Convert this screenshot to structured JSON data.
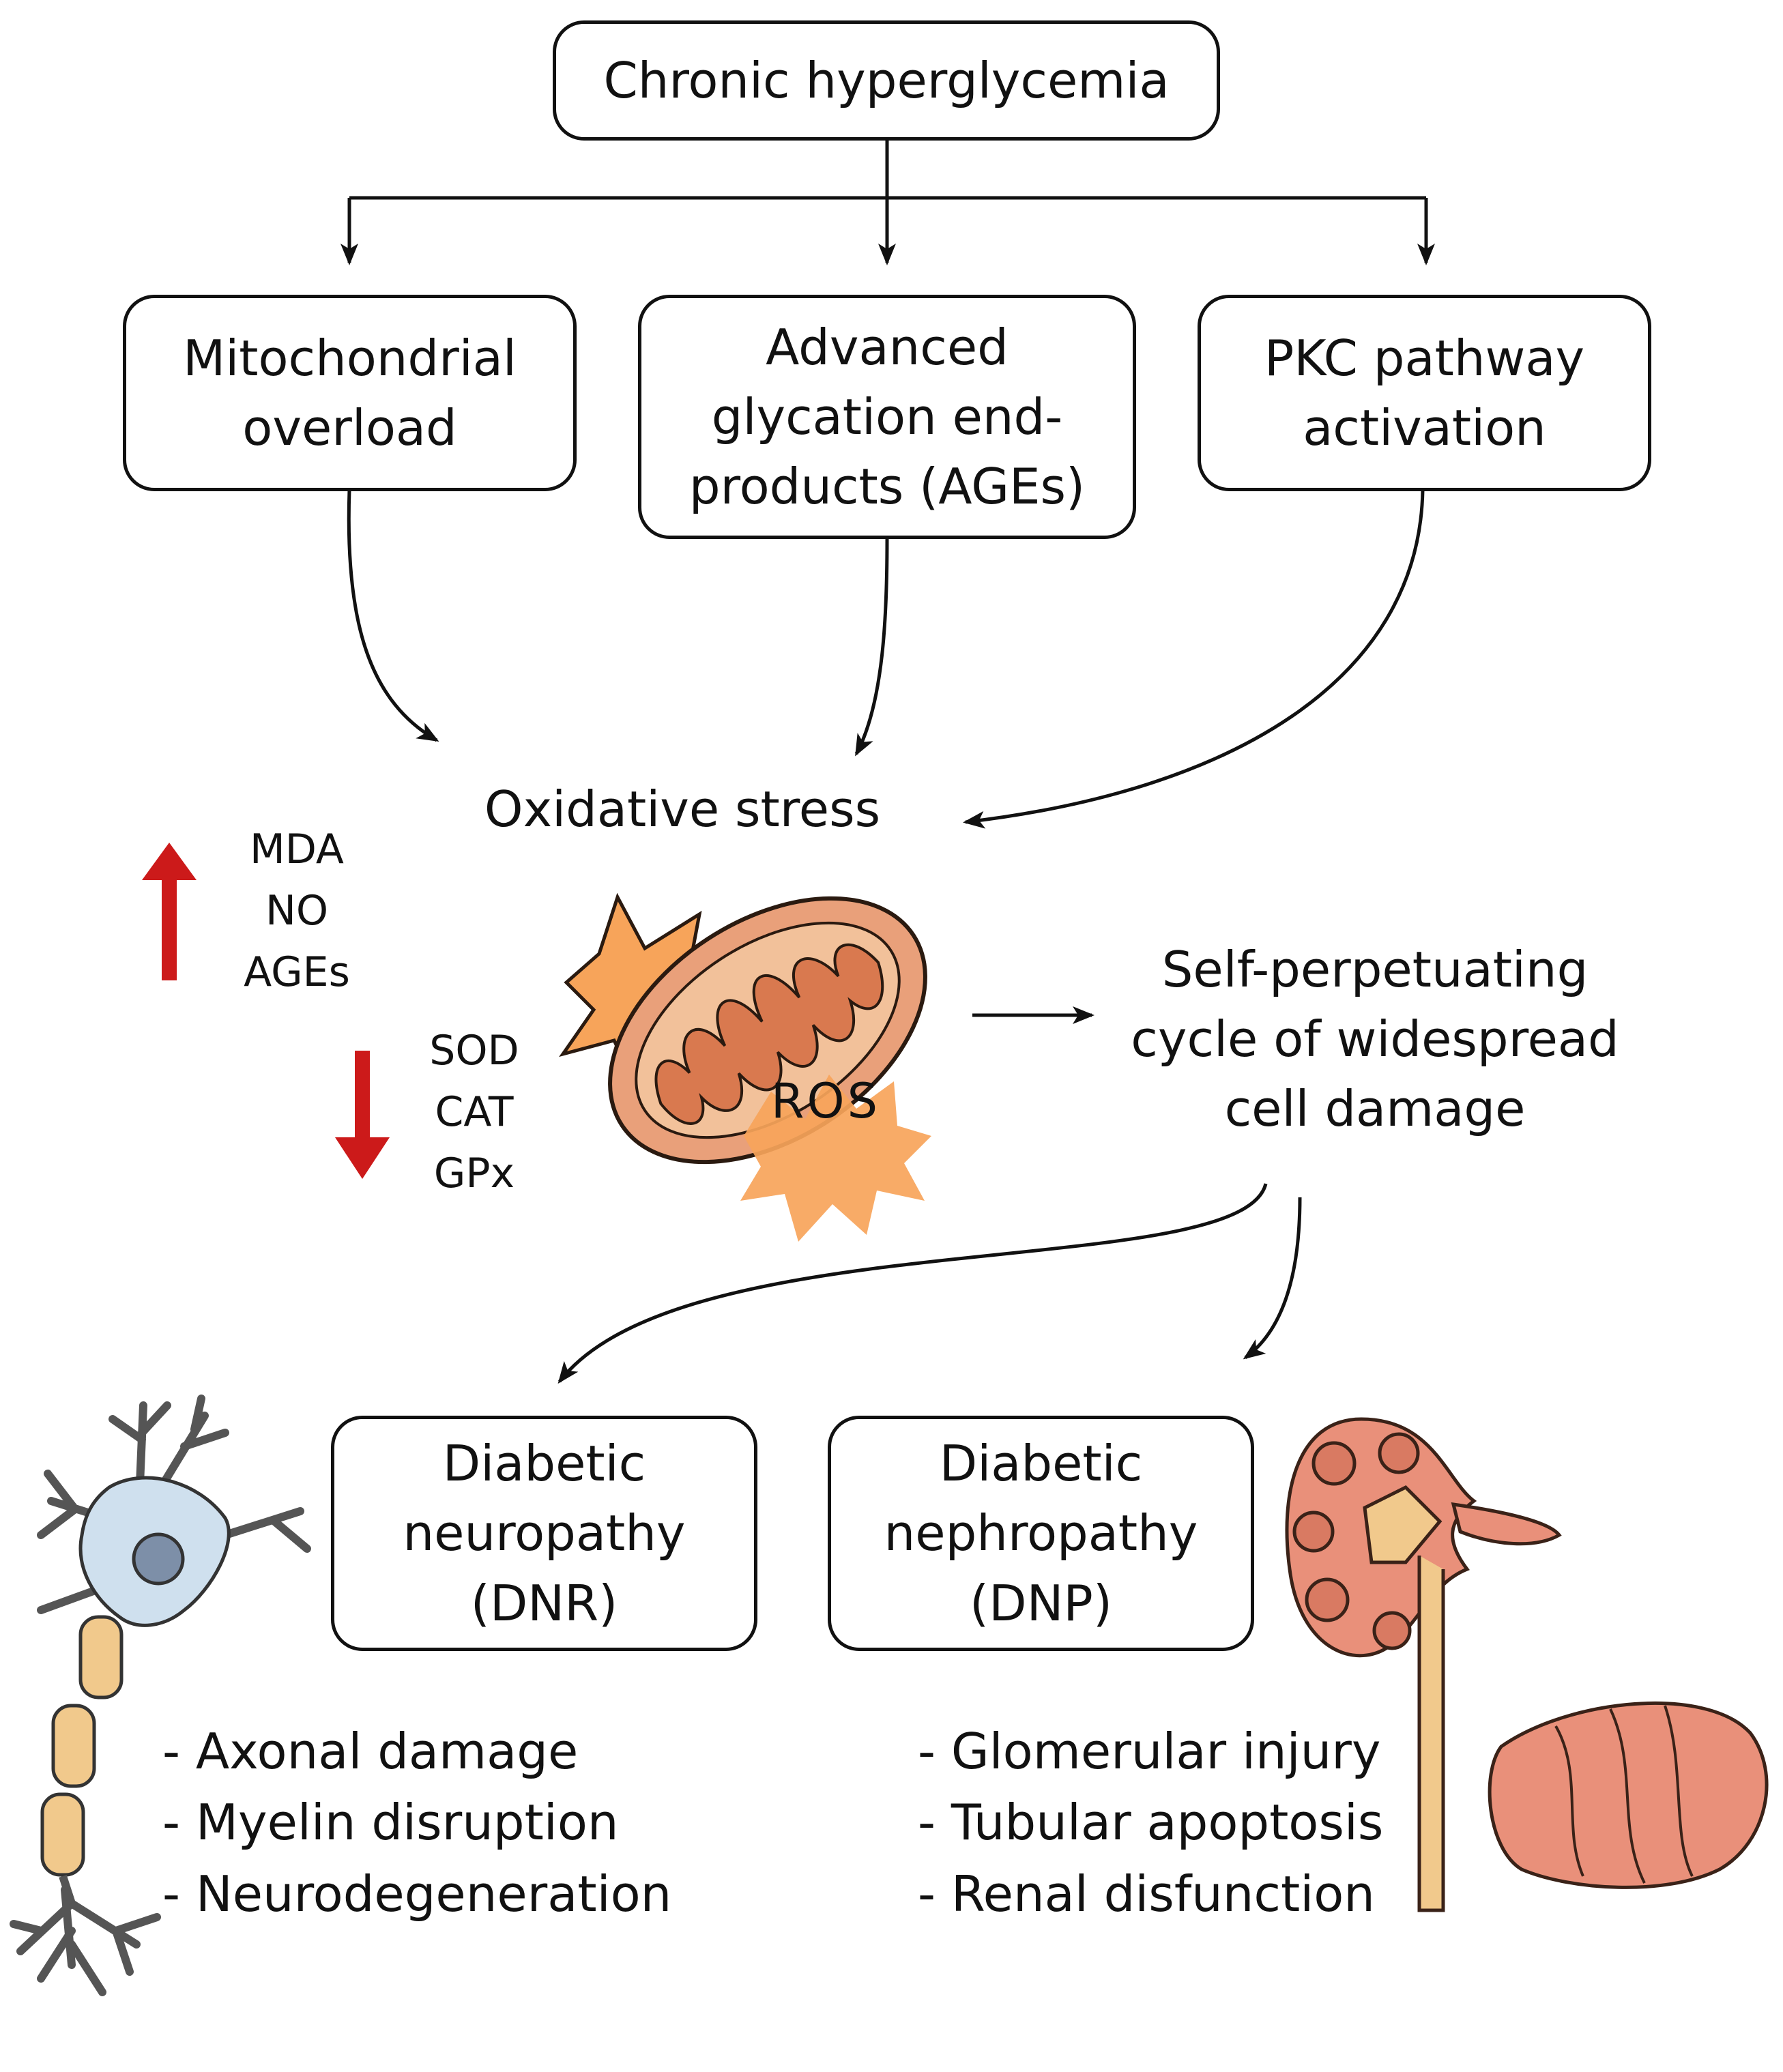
{
  "top": {
    "title": "Chronic hyperglycemia"
  },
  "mechanisms": [
    {
      "lines": [
        "Mitochondrial",
        "overload"
      ]
    },
    {
      "lines": [
        "Advanced",
        "glycation end-",
        "products (AGEs)"
      ]
    },
    {
      "lines": [
        "PKC pathway",
        "activation"
      ]
    }
  ],
  "oxidative_stress": "Oxidative stress",
  "markers_up": [
    "MDA",
    "NO",
    "AGEs"
  ],
  "markers_down": [
    "SOD",
    "CAT",
    "GPx"
  ],
  "ros_label": "ROS",
  "cycle": {
    "lines": [
      "Self-perpetuating",
      "cycle of widespread",
      "cell damage"
    ]
  },
  "outcomes": [
    {
      "lines": [
        "Diabetic",
        "neuropathy",
        "(DNR)"
      ],
      "effects": [
        "- Axonal damage",
        "- Myelin disruption",
        "- Neurodegeneration"
      ]
    },
    {
      "lines": [
        "Diabetic",
        "nephropathy",
        "(DNP)"
      ],
      "effects": [
        "- Glomerular injury",
        "- Tubular apoptosis",
        "- Renal disfunction"
      ]
    }
  ],
  "colors": {
    "arrow_red": "#cc1a1a",
    "mito_outer": "#e9a07a",
    "mito_inner": "#d9794f",
    "burst": "#f7a45a",
    "neuron_body": "#cfe0ee",
    "myelin": "#f1c98c",
    "kidney": "#e9907a"
  }
}
